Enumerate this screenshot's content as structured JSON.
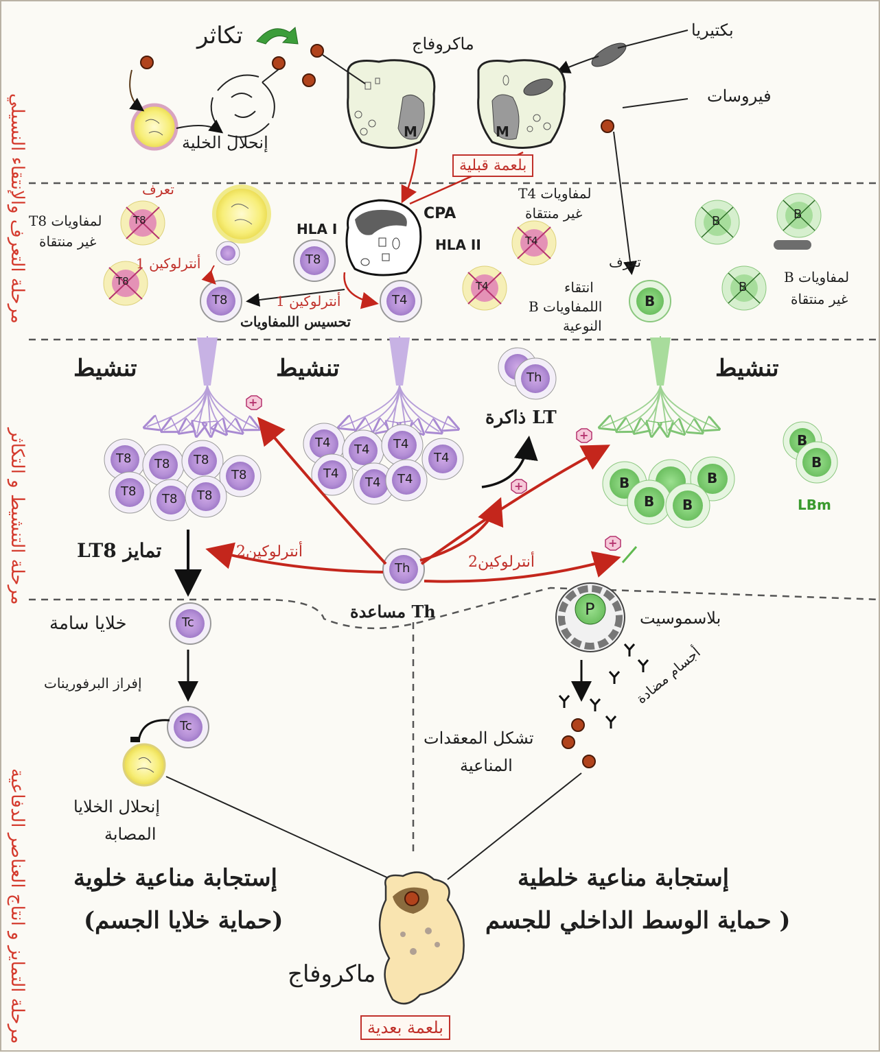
{
  "phases": {
    "recognition": "مرحلة التعرف والإنتقاء النسيلي",
    "activation": "مرحلة التنشيط و التكاثر",
    "differentiation": "مرحلة التمايز و انتاج العناصر الدفاعية"
  },
  "top": {
    "bacteria": "بكتيريا",
    "viruses": "فيروسات",
    "macrophage": "ماكروفاج",
    "proliferation": "تكاثر",
    "cell_lysis": "إنحلال الخلية",
    "pre_phagocytosis": "بلعمة قبلية",
    "m_letter": "M"
  },
  "selection": {
    "recognition_t8": "تعرف",
    "non_selected_t8_line1": "لمفاويات T8",
    "non_selected_t8_line2": "غير منتقاة",
    "interleukin1_a": "أنترلوكين 1",
    "interleukin1_b": "أنترلوكين 1",
    "sensitization": "تحسيس اللمفاويات",
    "hla1": "HLA I",
    "hla2": "HLA II",
    "cpa": "CPA",
    "non_selected_t4_line1": "لمفاويات T4",
    "non_selected_t4_line2": "غير منتقاة",
    "recognition_b": "تعرف",
    "selection_b_line1": "انتقاء",
    "selection_b_line2": "اللمفاويات B",
    "selection_b_line3": "النوعية",
    "non_selected_b_line1": "لمفاويات B",
    "non_selected_b_line2": "غير منتقاة"
  },
  "activation": {
    "activation_left": "تنشيط",
    "activation_mid": "تنشيط",
    "activation_right": "تنشيط",
    "memory_lt": "LT ذاكرة",
    "lbm": "LBm",
    "differentiation_lt8": "تمايز LT8",
    "interleukin2_left": "أنترلوكين2",
    "interleukin2_right": "أنترلوكين2",
    "th_helper": "Th مساعدة",
    "plus": "+"
  },
  "cells": {
    "t8": "T8",
    "t4": "T4",
    "th": "Th",
    "tc": "Tc",
    "b": "B",
    "p": "P"
  },
  "effector": {
    "cytotoxic_cells": "خلايا سامة",
    "perforin_secretion": "إفراز البرفورينات",
    "infected_cell_lysis_line1": "إنحلال الخلايا",
    "infected_cell_lysis_line2": "المصابة",
    "plasmocyte": "بلاسموسيت",
    "antibodies": "أجسام مضادة",
    "immune_complex_line1": "تشكل المعقدات",
    "immune_complex_line2": "المناعية",
    "cellular_response": "إستجابة مناعية خلوية",
    "cellular_protection": "(حماية خلايا الجسم)",
    "humoral_response": "إستجابة مناعية خلطية",
    "humoral_protection": "( حماية الوسط الداخلي للجسم",
    "macrophage_bottom": "ماكروفاج",
    "post_phagocytosis": "بلعمة بعدية"
  },
  "colors": {
    "phase_text": "#d43b2e",
    "t_cell_fill": "#c9a6df",
    "b_cell_fill": "#8fd08a",
    "arrow_red": "#c4261c",
    "lilac_arrows": "#b79fd9",
    "green_arrows": "#9ed393",
    "macrophage_fill": "#eef3de",
    "yellow_cell": "#f5ef8a"
  }
}
